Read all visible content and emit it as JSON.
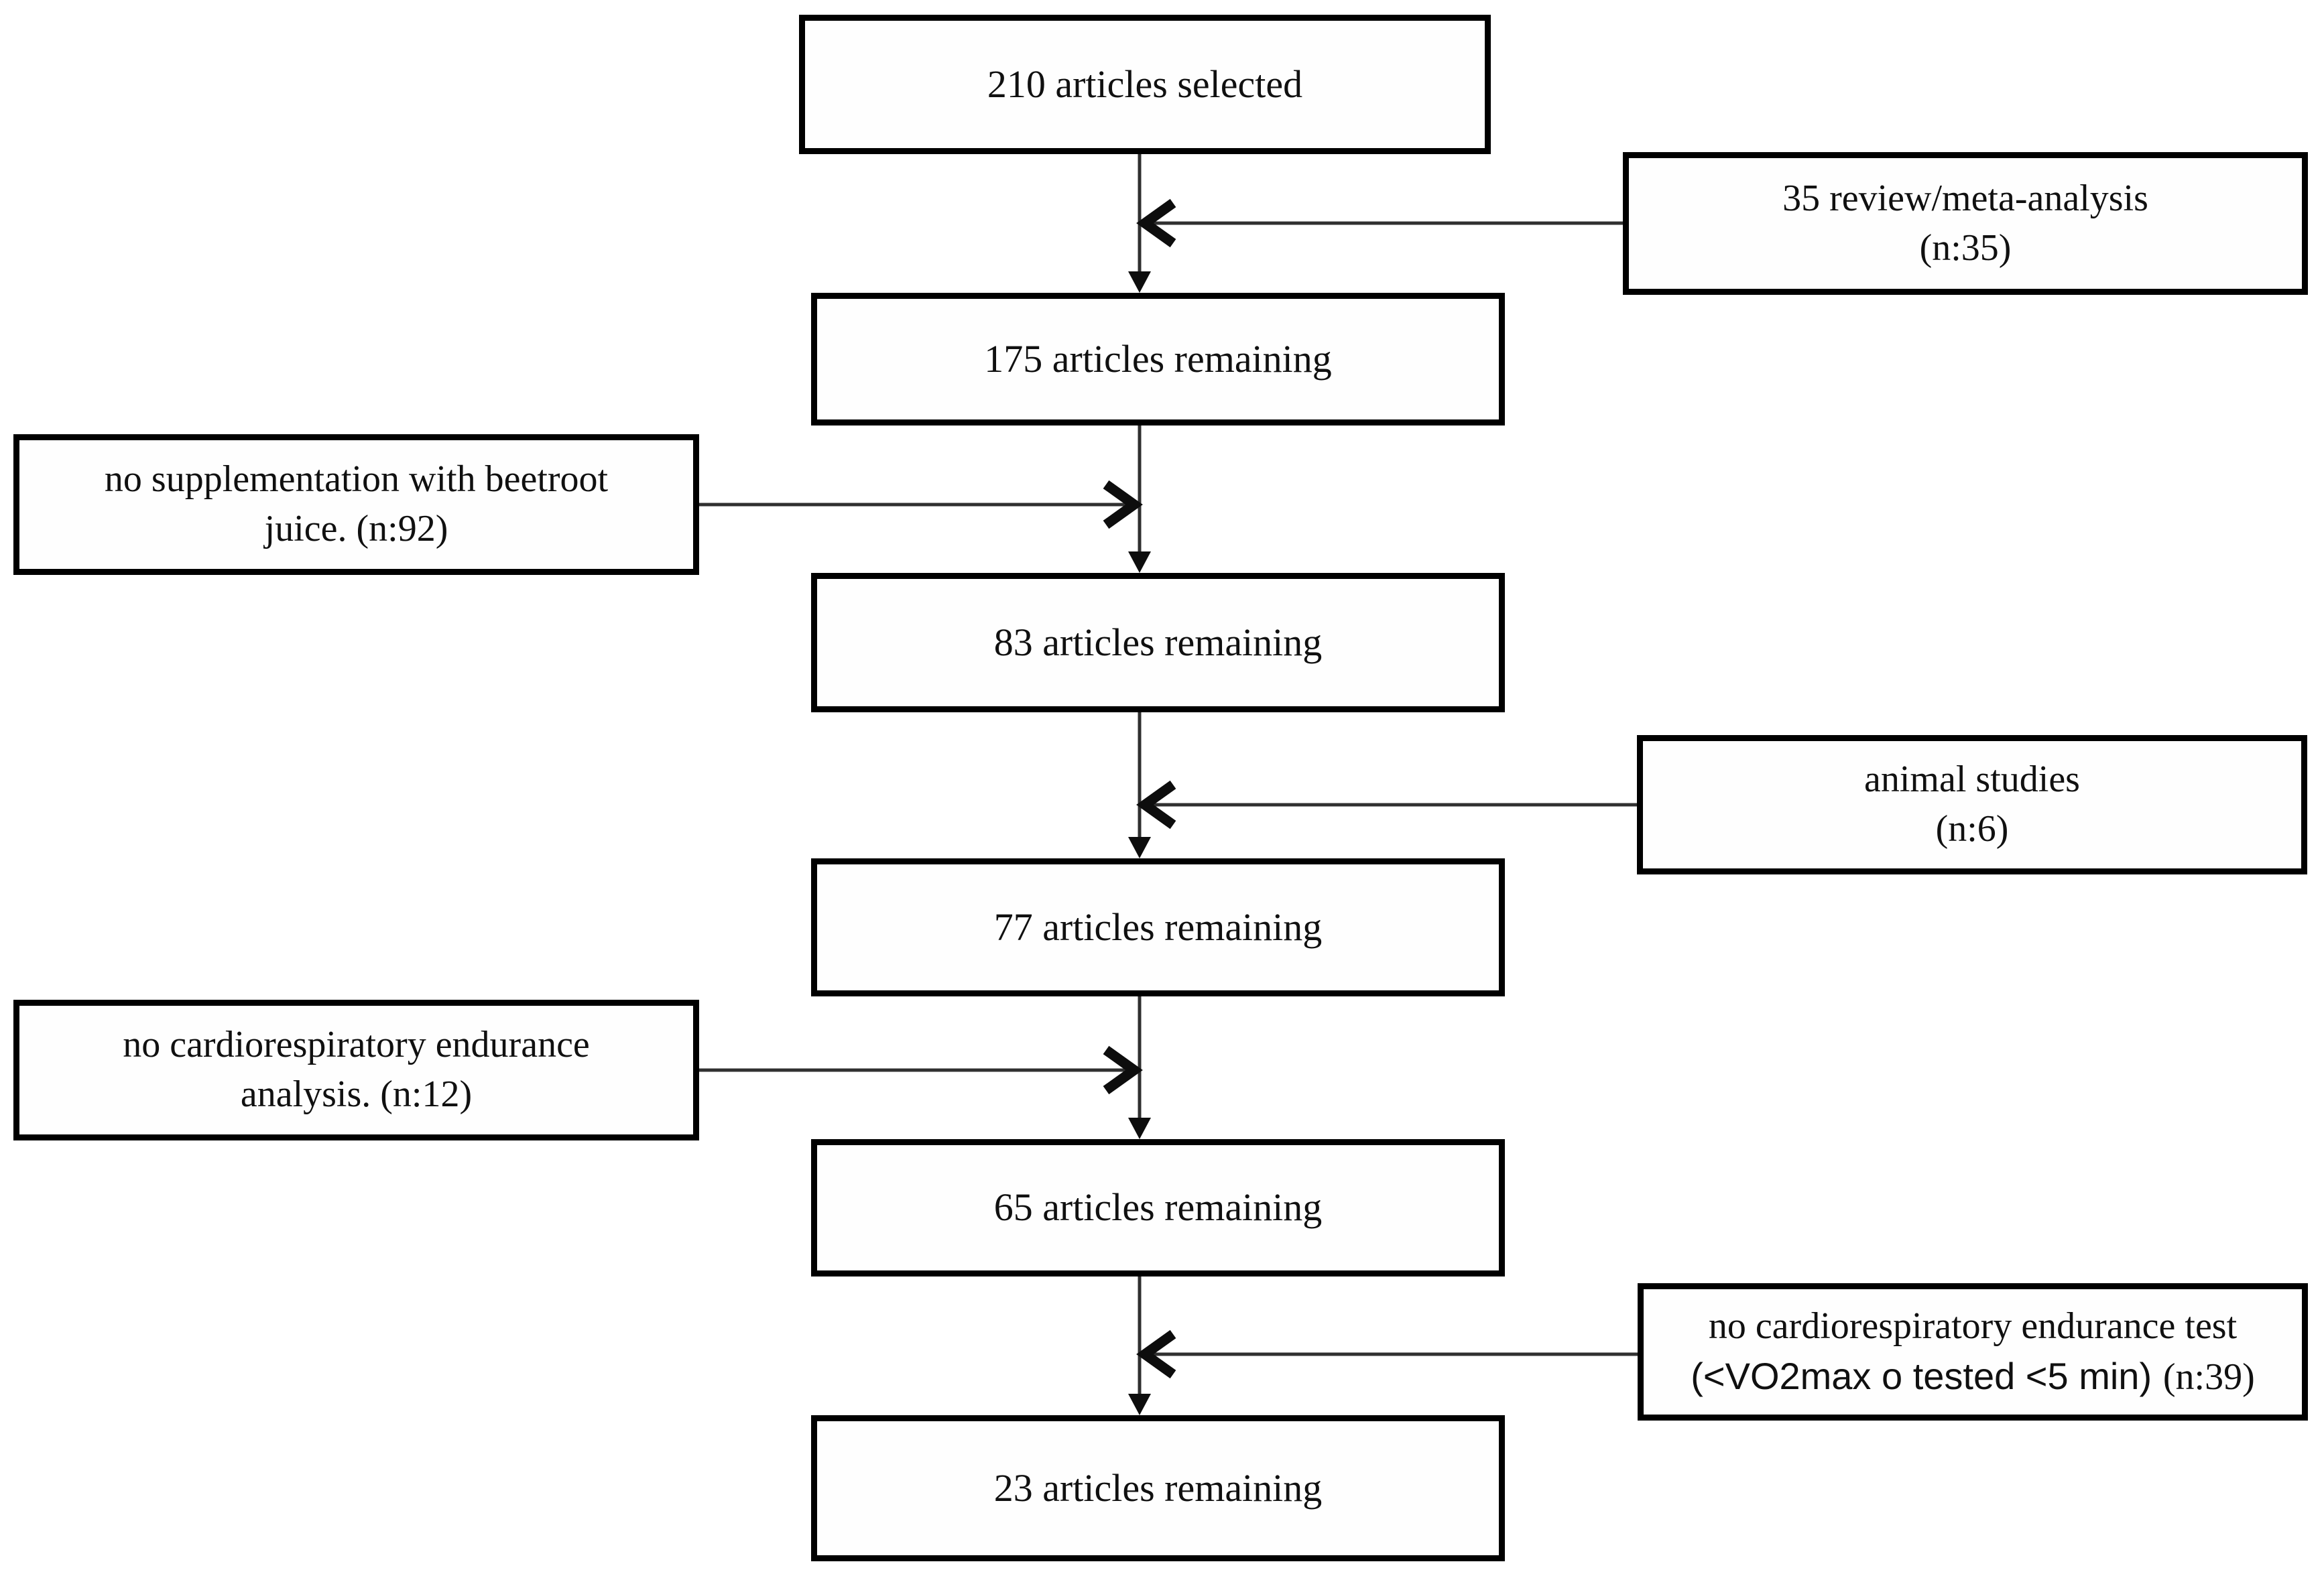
{
  "figure": {
    "type": "article-selection-flow-diagram",
    "background": "#ffffff",
    "colors": {
      "box_border": "#000000",
      "text": "#101010",
      "connector_line": "#303030",
      "arrowhead": "#0d0d0d"
    },
    "main_flow": [
      {
        "label": "210 articles selected"
      },
      {
        "label": "175 articles remaining"
      },
      {
        "label": "83 articles remaining"
      },
      {
        "label": "77 articles remaining"
      },
      {
        "label": "65 articles remaining"
      },
      {
        "label": "23 articles remaining"
      }
    ],
    "exclusions": [
      {
        "side": "right",
        "line1": "35 review/meta-analysis",
        "line2": "(n:35)"
      },
      {
        "side": "left",
        "line1": "no supplementation with beetroot",
        "line2": "juice. (n:92)"
      },
      {
        "side": "right",
        "line1": "animal studies",
        "line2": "(n:6)"
      },
      {
        "side": "left",
        "line1": "no cardiorespiratory endurance",
        "line2": "analysis. (n:12)"
      },
      {
        "side": "right",
        "line1": "no cardiorespiratory endurance test",
        "line2_part1": "(<VO2max o tested <5 min)",
        "line2_part2": "(n:39)"
      }
    ]
  }
}
